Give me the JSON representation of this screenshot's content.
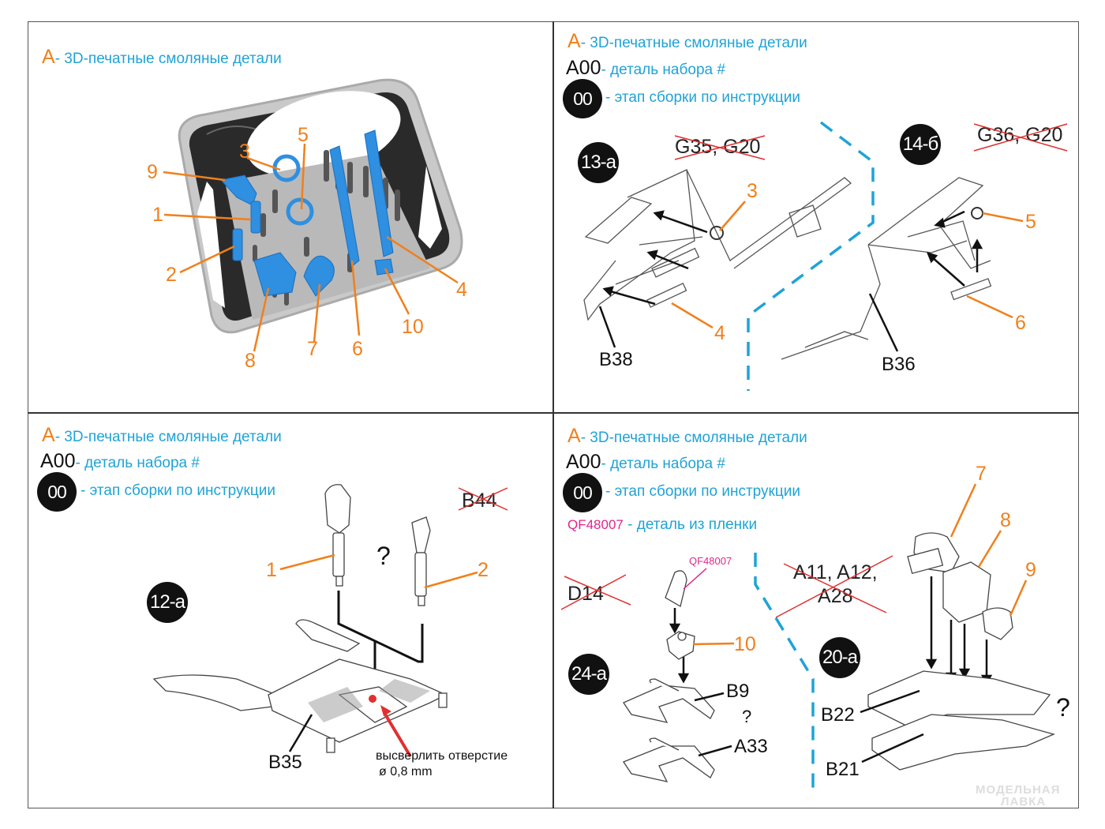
{
  "legend": {
    "resin_key": "А",
    "resin_text": "- 3D-печатные смоляные детали",
    "part_code_key": "А00",
    "part_code_text": "- деталь набора #",
    "step_key": "00",
    "step_text": "- этап сборки по инструкции",
    "film_key": "QF48007",
    "film_text": " - деталь из пленки"
  },
  "panel_top_left": {
    "title": "3D-printed parts tray",
    "callouts": [
      "9",
      "1",
      "2",
      "3",
      "5",
      "8",
      "7",
      "6",
      "10",
      "4"
    ]
  },
  "panel_top_right": {
    "steps": [
      {
        "id": "13-а",
        "replaced_parts": "G35, G20",
        "callouts": [
          "3",
          "4"
        ],
        "base_part": "B38"
      },
      {
        "id": "14-б",
        "replaced_parts": "G36, G20",
        "callouts": [
          "5",
          "6"
        ],
        "base_part": "B36"
      }
    ]
  },
  "panel_bottom_left": {
    "step": "12-а",
    "replaced_parts": "B44",
    "callouts": [
      "1",
      "2"
    ],
    "question": "?",
    "base_part": "B35",
    "drill_note": "высверлить отверстие",
    "drill_size": "ø  0,8 mm"
  },
  "panel_bottom_right": {
    "steps": [
      {
        "id": "24-а",
        "replaced_parts": "D14",
        "film_part": "QF48007",
        "callouts": [
          "10"
        ],
        "base_parts": [
          "B9",
          "A33"
        ],
        "question": "?"
      },
      {
        "id": "20-а",
        "replaced_parts_line1": "A11, A12,",
        "replaced_parts_line2": "A28",
        "callouts": [
          "7",
          "8",
          "9"
        ],
        "base_parts": [
          "B22",
          "B21"
        ],
        "question": "?"
      }
    ]
  },
  "colors": {
    "accent_orange": "#f0801c",
    "legend_blue": "#1fa3d6",
    "film_magenta": "#e0268a",
    "cross_red": "#e03030",
    "resin_part_blue": "#2f8fe0"
  },
  "watermark": {
    "line1": "МОДЕЛЬНАЯ",
    "line2": "ЛАВКА"
  }
}
